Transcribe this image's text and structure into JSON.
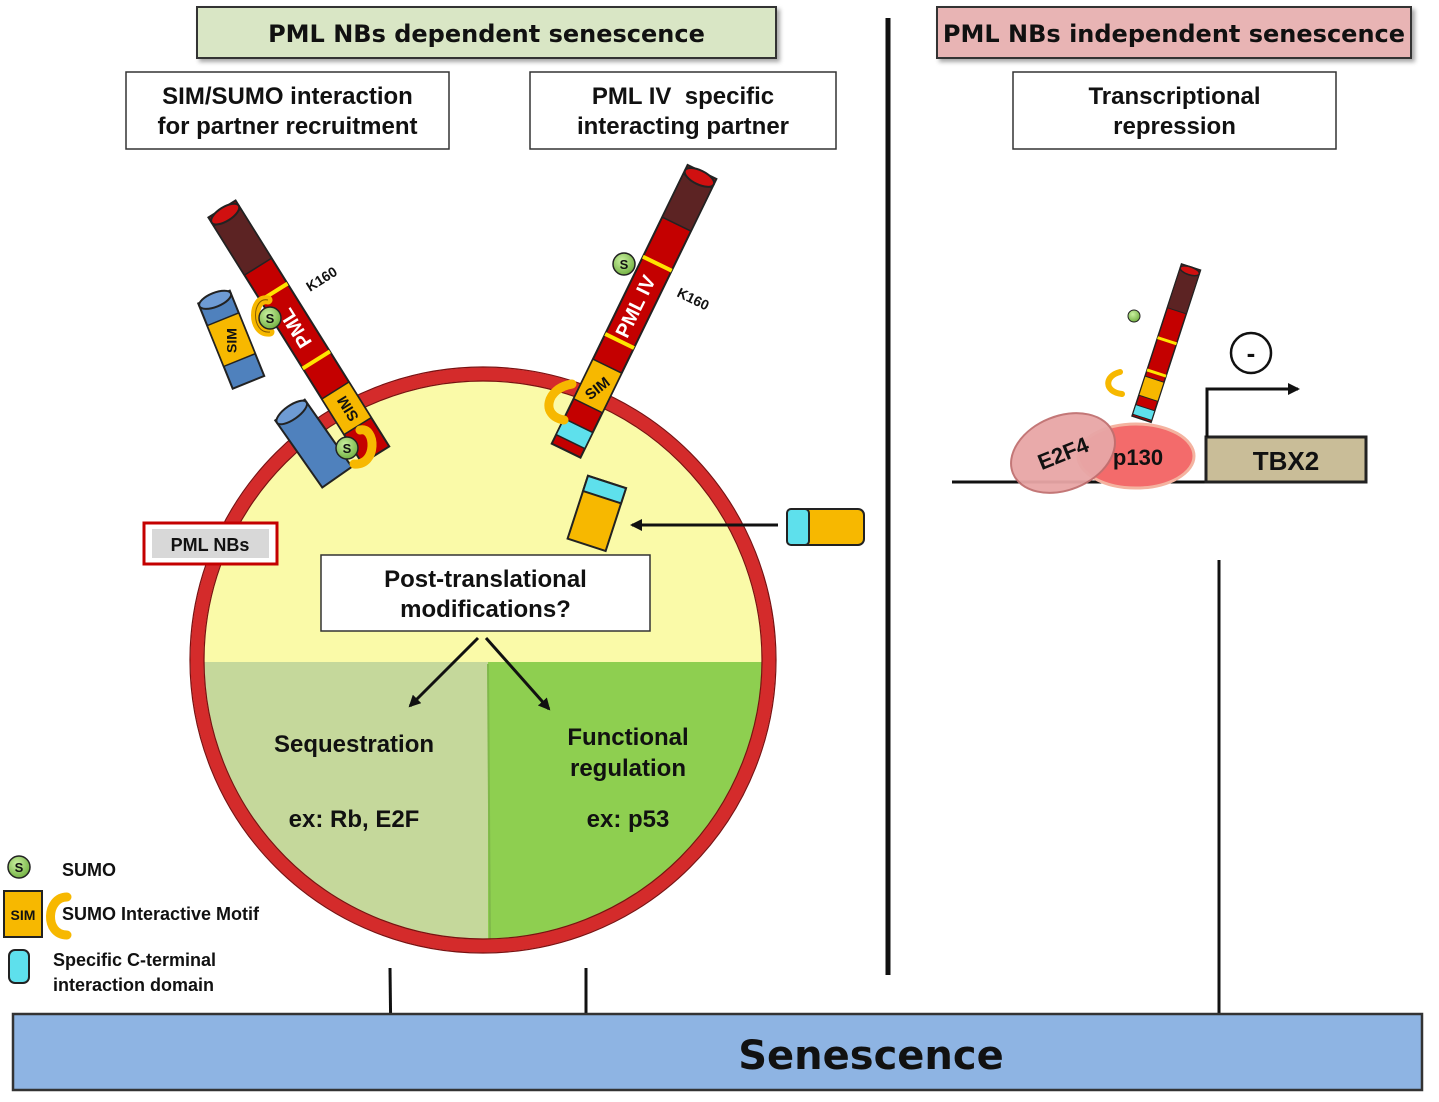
{
  "headers": {
    "dependent": "PML NBs dependent senescence",
    "independent": "PML NBs independent senescence"
  },
  "mechanisms": {
    "sim_line1": "SIM/SUMO interaction",
    "sim_line2": "for partner recruitment",
    "pml4_line1": "PML IV  specific",
    "pml4_line2": "interacting partner",
    "trans_line1": "Transcriptional",
    "trans_line2": "repression"
  },
  "proteins": {
    "pml": "PML",
    "pml4": "PML IV",
    "k160": "K160",
    "sim": "SIM",
    "sumo": "S",
    "e2f4": "E2F4",
    "p130": "p130",
    "tbx2": "TBX2",
    "minus": "-"
  },
  "nb": {
    "label": "PML NBs",
    "ptm_line1": "Post-translational",
    "ptm_line2": "modifications?",
    "seq_title": "Sequestration",
    "seq_example": "ex: Rb, E2F",
    "func_line1": "Functional",
    "func_line2": "regulation",
    "func_example": "ex: p53"
  },
  "legend": {
    "sumo": "SUMO",
    "sim": "SUMO Interactive Motif",
    "cterm_line1": "Specific C-terminal",
    "cterm_line2": "interaction domain"
  },
  "outcome": "Senescence",
  "colors": {
    "dependent_header": "#d9e6c5",
    "independent_header": "#e8b4b4",
    "pml_red": "#c40000",
    "pml_dark": "#5c2323",
    "sim_orange": "#f7b800",
    "sumo_green": "#8fc85a",
    "partner_blue": "#4f81bd",
    "cterm_cyan": "#5ee0ec",
    "nucleus_rim": "#d42b2b",
    "nucleus_yellow": "#fafaa8",
    "seq_green": "#c5d89b",
    "func_green": "#8ecf50",
    "senescence_blue": "#8eb4e3",
    "e2f4": "#e8a6a6",
    "p130": "#f36b6b",
    "tbx2": "#c9bd98"
  }
}
